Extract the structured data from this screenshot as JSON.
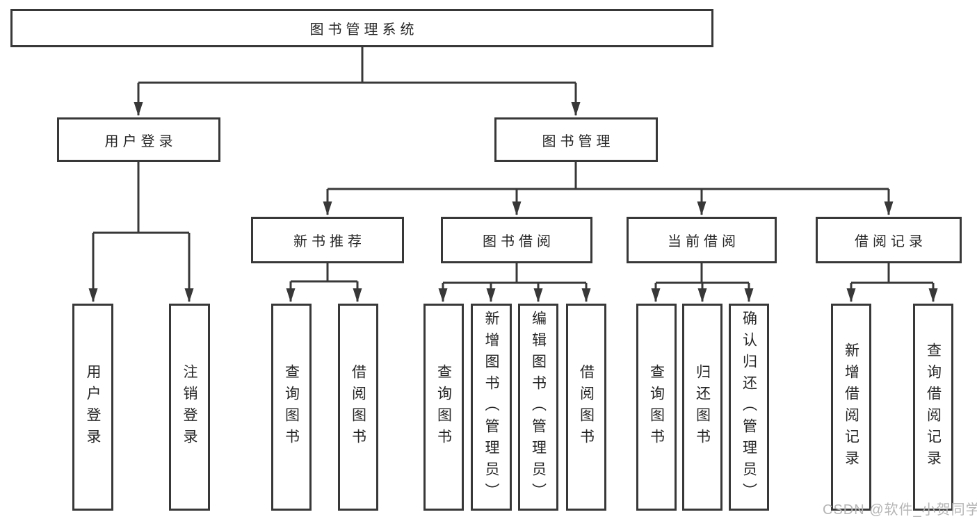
{
  "tree": {
    "label": "图书管理系统",
    "children": [
      {
        "label": "用户登录",
        "children": [
          {
            "label": "用户登录"
          },
          {
            "label": "注销登录"
          }
        ]
      },
      {
        "label": "图书管理",
        "children": [
          {
            "label": "新书推荐",
            "children": [
              {
                "label": "查询图书"
              },
              {
                "label": "借阅图书"
              }
            ]
          },
          {
            "label": "图书借阅",
            "children": [
              {
                "label": "查询图书"
              },
              {
                "label": "新增图书（管理员）"
              },
              {
                "label": "编辑图书（管理员）"
              },
              {
                "label": "借阅图书"
              }
            ]
          },
          {
            "label": "当前借阅",
            "children": [
              {
                "label": "查询图书"
              },
              {
                "label": "归还图书"
              },
              {
                "label": "确认归还（管理员）"
              }
            ]
          },
          {
            "label": "借阅记录",
            "children": [
              {
                "label": "新增借阅记录"
              },
              {
                "label": "查询借阅记录"
              }
            ]
          }
        ]
      }
    ]
  },
  "watermark": {
    "text": "CSDN @软件_小贺同学"
  },
  "colors": {
    "line": "#383838",
    "box_border": "#383838",
    "text": "#262626",
    "watermark": "#b5b5b5",
    "background": "#ffffff"
  }
}
